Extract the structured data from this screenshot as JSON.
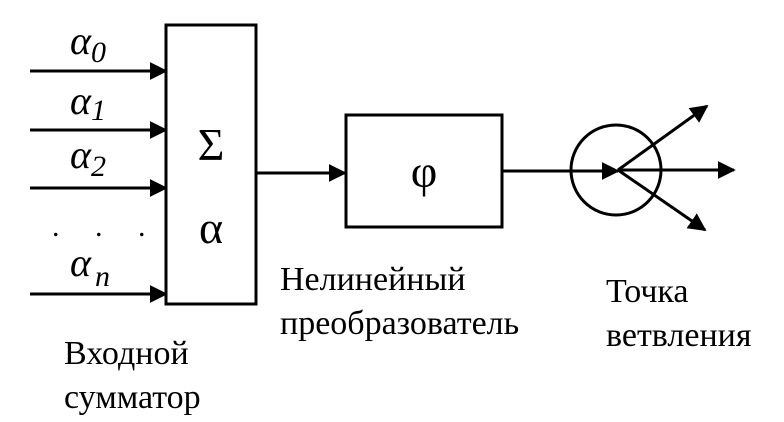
{
  "inputs": [
    {
      "symbol": "α",
      "subscript": "0"
    },
    {
      "symbol": "α",
      "subscript": "1"
    },
    {
      "symbol": "α",
      "subscript": "2"
    },
    {
      "symbol": "α",
      "subscript": "n"
    }
  ],
  "ellipsis": ". . .",
  "adder": {
    "sum_symbol": "Σ",
    "var_symbol": "α",
    "caption_line1": "Входной",
    "caption_line2": "сумматор"
  },
  "converter": {
    "symbol": "φ",
    "caption_line1": "Нелинейный",
    "caption_line2": "преобразователь"
  },
  "branch_point": {
    "caption_line1": "Точка",
    "caption_line2": "ветвления"
  },
  "colors": {
    "stroke": "#000000",
    "background": "#ffffff"
  }
}
